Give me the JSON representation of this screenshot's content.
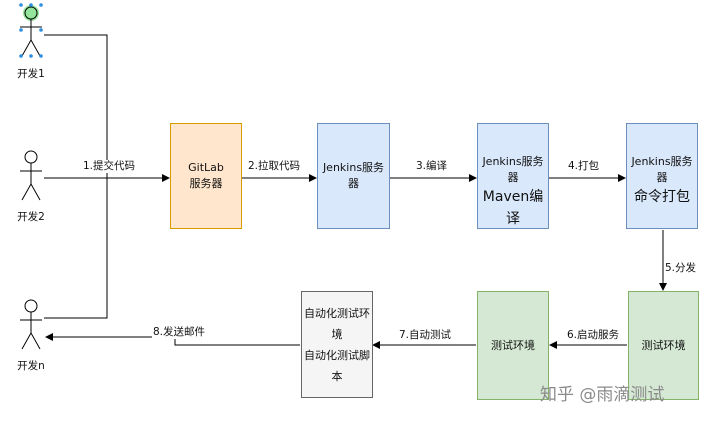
{
  "actors": [
    {
      "id": "dev1",
      "label": "开发1"
    },
    {
      "id": "dev2",
      "label": "开发2"
    },
    {
      "id": "devn",
      "label": "开发n"
    }
  ],
  "nodes": {
    "gitlab": {
      "line1": "GitLab",
      "line2": "服务器"
    },
    "jenkins1": {
      "line1": "Jenkins服务器"
    },
    "jenkins_maven": {
      "line1": "Jenkins服务器",
      "line2": "Maven编译"
    },
    "jenkins_pack": {
      "line1": "Jenkins服务器",
      "line2": "命令打包"
    },
    "test_env1": {
      "line1": "测试环境"
    },
    "test_env2": {
      "line1": "测试环境"
    },
    "auto_test": {
      "line1": "自动化测试环境",
      "line2": "自动化测试脚本"
    }
  },
  "edges": {
    "e1": "1.提交代码",
    "e2": "2.拉取代码",
    "e3": "3.编译",
    "e4": "4.打包",
    "e5": "5.分发",
    "e6": "6.启动服务",
    "e7": "7.自动测试",
    "e8": "8.发送邮件"
  },
  "watermark": "知乎 @雨滴测试",
  "colors": {
    "orange_fill": "#ffe6cc",
    "orange_stroke": "#d79b00",
    "blue_fill": "#dae8fc",
    "blue_stroke": "#6c8ebf",
    "green_fill": "#d5e8d4",
    "green_stroke": "#82b366",
    "gray_fill": "#f5f5f5",
    "gray_stroke": "#666666",
    "selection_highlight": "#7fe08a"
  }
}
